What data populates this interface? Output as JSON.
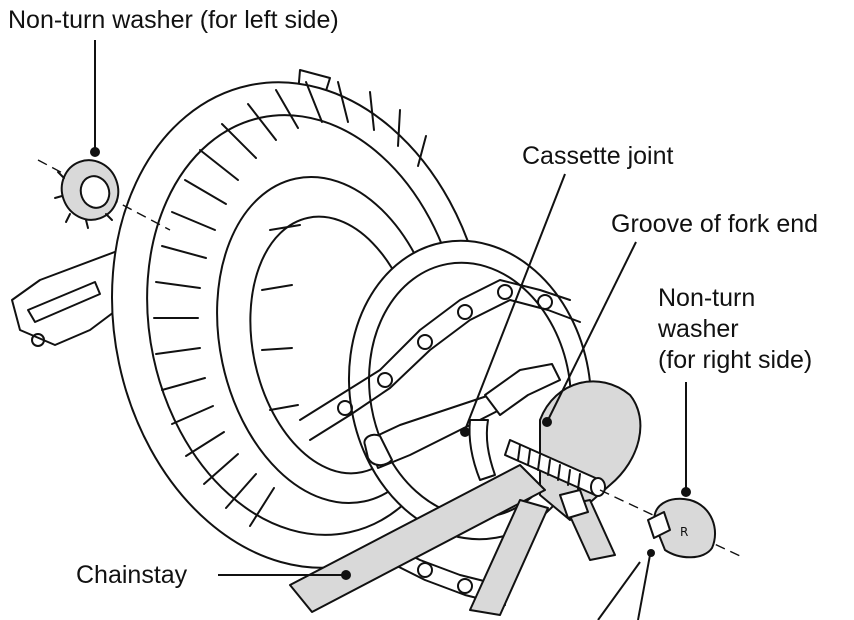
{
  "labels": {
    "left_washer": "Non-turn washer (for left side)",
    "cassette_joint": "Cassette joint",
    "fork_groove": "Groove of fork end",
    "right_washer_l1": "Non-turn",
    "right_washer_l2": "washer",
    "right_washer_l3": "(for right side)",
    "chainstay": "Chainstay"
  },
  "colors": {
    "ink": "#111111",
    "shade": "#d9d9d9",
    "background": "#ffffff"
  }
}
